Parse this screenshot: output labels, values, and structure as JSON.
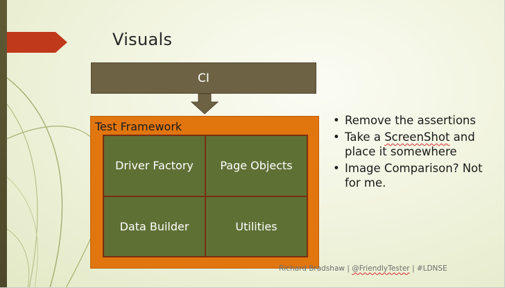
{
  "title": "Visuals",
  "diagram": {
    "ci_label": "CI",
    "framework_label": "Test Framework",
    "cells": [
      "Driver Factory",
      "Page Objects",
      "Data Builder",
      "Utilities"
    ]
  },
  "bullets": [
    {
      "pre": "Remove the assertions",
      "squiggle": "",
      "post": ""
    },
    {
      "pre": "Take a ",
      "squiggle": "ScreenShot",
      "post": " and place it somewhere"
    },
    {
      "pre": "Image Comparison? Not for me.",
      "squiggle": "",
      "post": ""
    }
  ],
  "footer": {
    "author": "Richard Bradshaw",
    "separator": "|",
    "handle": "@FriendlyTester",
    "tag": "#LDNSE"
  },
  "colors": {
    "accent_red": "#c0391b",
    "ci_brown": "#6d6243",
    "framework_orange": "#e1760e",
    "cell_green": "#5f7035"
  }
}
